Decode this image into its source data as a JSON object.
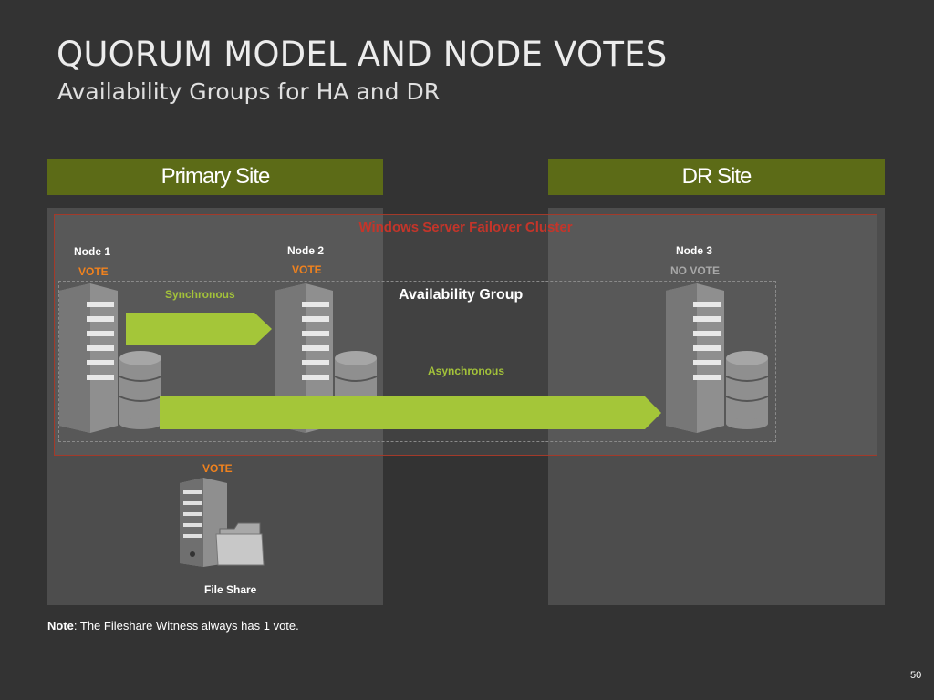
{
  "title": "QUORUM MODEL AND NODE VOTES",
  "subtitle": "Availability Groups for HA and DR",
  "sites": {
    "primary": "Primary Site",
    "dr": "DR Site"
  },
  "cluster": {
    "title": "Windows Server Failover Cluster"
  },
  "availability_group": {
    "title": "Availability Group"
  },
  "nodes": [
    {
      "label": "Node 1",
      "vote": "VOTE"
    },
    {
      "label": "Node 2",
      "vote": "VOTE"
    },
    {
      "label": "Node 3",
      "vote": "NO VOTE"
    }
  ],
  "replication": {
    "sync": "Synchronous",
    "async": "Asynchronous"
  },
  "file_share": {
    "vote": "VOTE",
    "label": "File Share"
  },
  "note": {
    "bold": "Note",
    "text": ": The Fileshare Witness always has 1 vote."
  },
  "page_number": "50",
  "colors": {
    "background": "#333333",
    "site_bar": "#5c6b17",
    "panel": "#4d4d4d",
    "cluster_border": "#a33a2a",
    "cluster_title": "#c4352a",
    "vote": "#f0821e",
    "arrow": "#a4c639"
  },
  "icons": [
    "server-icon",
    "database-icon",
    "folder-icon"
  ]
}
